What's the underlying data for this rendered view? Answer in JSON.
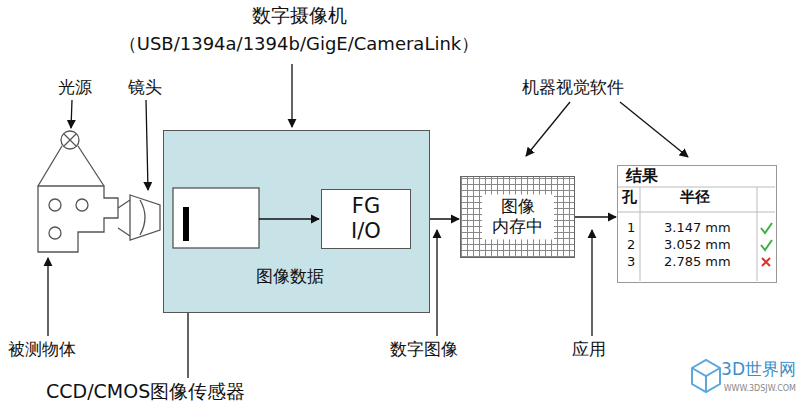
{
  "diagram": {
    "nodes": [
      {
        "text": [
          "数字摄像机",
          "（USB/1394a/1394b/GigE/CameraLink）"
        ]
      },
      {
        "text": [
          "FG I/O"
        ],
        "in": 0
      },
      {
        "text": [
          "图像 内存中"
        ]
      },
      {
        "text": [
          "结果"
        ]
      }
    ],
    "edges": [
      {
        "from": 1,
        "to": 2,
        "arrow": "to"
      },
      {
        "from": 2,
        "to": 3,
        "arrow": "to"
      }
    ],
    "labels": [
      "光源",
      "镜头",
      "机器视觉软件",
      "孔",
      "半径",
      "1",
      "3.147 mm",
      "2",
      "3.052 mm",
      "3",
      "2.785 mm",
      "图像数据",
      "被测物体",
      "CCD/CMOS图像传感器",
      "数字图像",
      "应用",
      "3D世界网",
      "WWW.3DSJW.COM"
    ]
  }
}
